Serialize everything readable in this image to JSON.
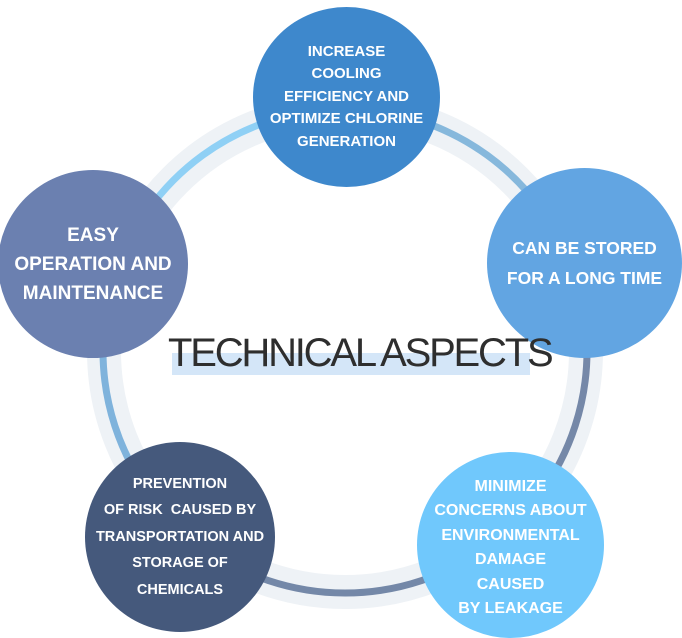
{
  "title": "TECHNICAL ASPECTS",
  "colors": {
    "ring_band": "#eef2f6",
    "arcs": [
      "#86b8dc",
      "#7588a8",
      "#7488a8",
      "#7fb3dc",
      "#8fd0f5"
    ],
    "circle_top": "#3e88cc",
    "circle_right": "#62a5e2",
    "circle_bottom_right": "#70c8fc",
    "circle_bottom_left": "#45597c",
    "circle_left": "#6b80b0",
    "title_highlight": "#d4e6f8"
  },
  "aspects": {
    "top": [
      "INCREASE",
      "COOLING",
      "EFFICIENCY AND",
      "OPTIMIZE CHLORINE",
      "GENERATION"
    ],
    "right": [
      "CAN BE STORED",
      "FOR A LONG TIME"
    ],
    "bottom_right": [
      "MINIMIZE",
      "CONCERNS ABOUT",
      "ENVIRONMENTAL",
      "DAMAGE",
      "CAUSED",
      "BY LEAKAGE"
    ],
    "bottom_left": [
      "PREVENTION",
      "OF RISK  CAUSED BY",
      "TRANSPORTATION AND",
      "STORAGE OF",
      "CHEMICALS"
    ],
    "left": [
      "EASY",
      "OPERATION AND",
      "MAINTENANCE"
    ]
  }
}
